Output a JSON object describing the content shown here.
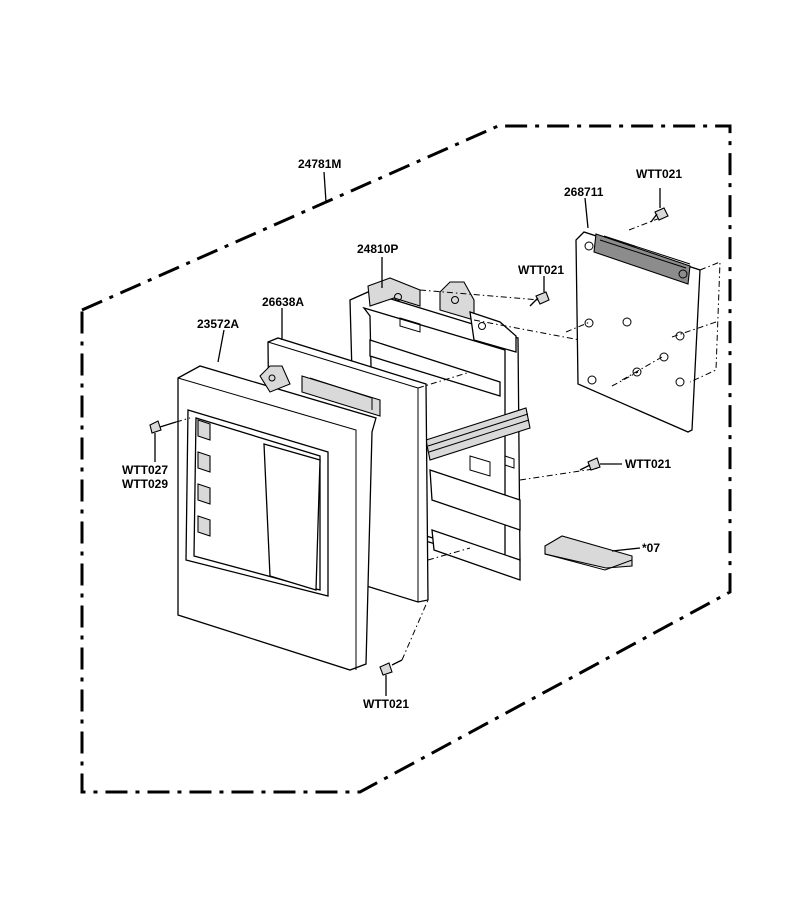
{
  "labels": {
    "assembly": "24781M",
    "board": "268711",
    "screw_top": "WTT021",
    "screw_middle": "WTT021",
    "screw_right": "WTT021",
    "screw_bottom": "WTT021",
    "bracket": "24810P",
    "panel": "26638A",
    "frame": "23572A",
    "screw_left_1": "WTT027",
    "screw_left_2": "WTT029",
    "manual": "*07"
  }
}
